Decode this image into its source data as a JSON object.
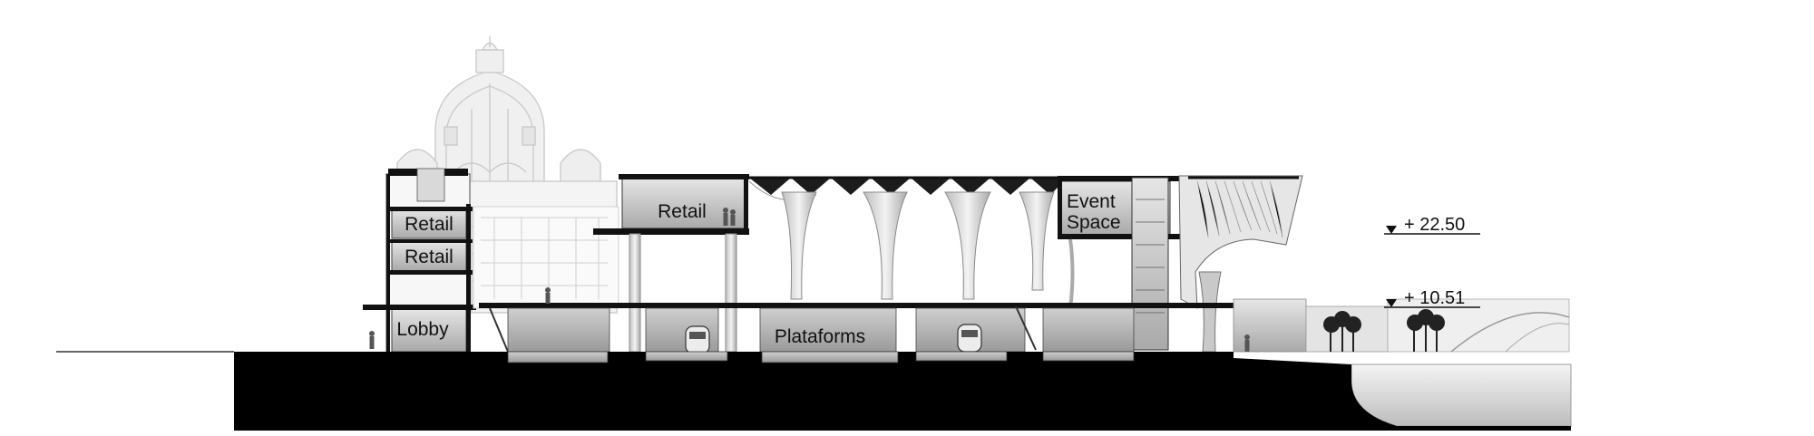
{
  "labels": {
    "retail_upper": "Retail",
    "retail_lower": "Retail",
    "retail_center": "Retail",
    "lobby": "Lobby",
    "event_line1": "Event",
    "event_line2": "Space",
    "platforms": "Plataforms"
  },
  "levels": [
    {
      "text": "+ 22.50"
    },
    {
      "text": "+ 10.51"
    }
  ]
}
